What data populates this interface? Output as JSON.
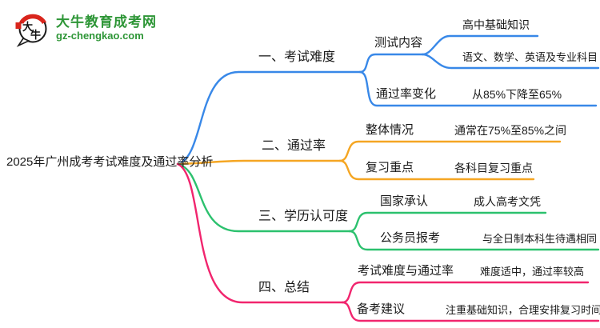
{
  "logo": {
    "icon_char1": "大",
    "icon_char2": "牛",
    "site_name": "大牛教育成考网",
    "site_url": "gz-chengkao.com",
    "brand_green": "#2e9637",
    "brand_red": "#d9251c"
  },
  "mindmap": {
    "central_topic": "2025年广州成考考试难度及通过率分析",
    "branches": [
      {
        "label": "一、考试难度",
        "color": "#3888e8",
        "children": [
          {
            "label": "测试内容",
            "children": [
              {
                "label": "高中基础知识"
              },
              {
                "label": "语文、数学、英语及专业科目"
              }
            ]
          },
          {
            "label": "通过率变化",
            "children": [
              {
                "label": "从85%下降至65%"
              }
            ]
          }
        ]
      },
      {
        "label": "二、通过率",
        "color": "#f5a623",
        "children": [
          {
            "label": "整体情况",
            "children": [
              {
                "label": "通常在75%至85%之间"
              }
            ]
          },
          {
            "label": "复习重点",
            "children": [
              {
                "label": "各科目复习重点"
              }
            ]
          }
        ]
      },
      {
        "label": "三、学历认可度",
        "color": "#2cc16e",
        "children": [
          {
            "label": "国家承认",
            "children": [
              {
                "label": "成人高考文凭"
              }
            ]
          },
          {
            "label": "公务员报考",
            "children": [
              {
                "label": "与全日制本科生待遇相同"
              }
            ]
          }
        ]
      },
      {
        "label": "四、总结",
        "color": "#f1256e",
        "children": [
          {
            "label": "考试难度与通过率",
            "children": [
              {
                "label": "难度适中，通过率较高"
              }
            ]
          },
          {
            "label": "备考建议",
            "children": [
              {
                "label": "注重基础知识，合理安排复习时间"
              }
            ]
          }
        ]
      }
    ]
  }
}
